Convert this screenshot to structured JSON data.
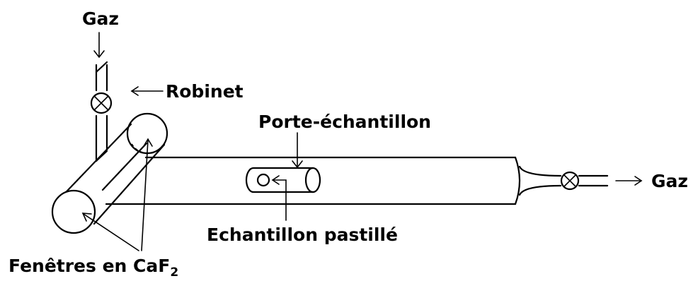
{
  "labels": {
    "gas_in": "Gaz",
    "valve": "Robinet",
    "sample_holder": "Porte-échantillon",
    "gas_out": "Gaz",
    "pellet_sample": "Echantillon pastillé",
    "windows": "Fenêtres en CaF",
    "windows_subscript": "2"
  },
  "colors": {
    "stroke": "#000000",
    "background": "#ffffff"
  }
}
